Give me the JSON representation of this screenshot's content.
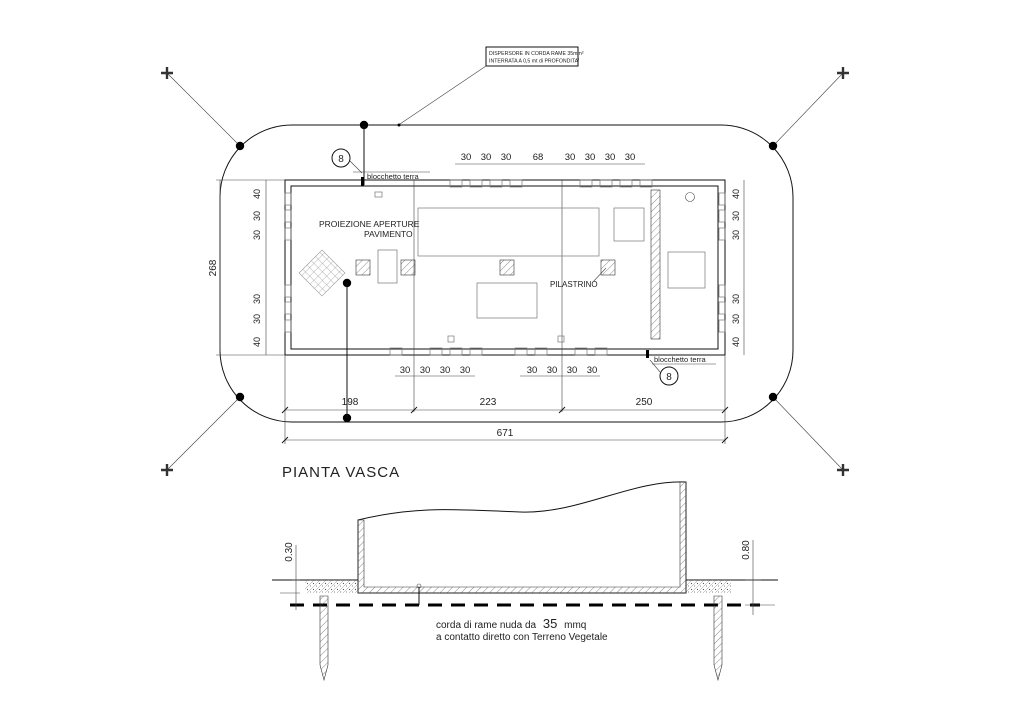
{
  "plan": {
    "title": "PIANTA VASCA",
    "note_line1": "DISPERSORE IN CORDA RAME 35mm²",
    "note_line2": "INTERRATA A 0,5 mt di PROFONDITA'",
    "label_floor_openings_1": "PROIEZIONE APERTURE",
    "label_floor_openings_2": "PAVIMENTO",
    "label_pillar": "PILASTRINO",
    "label_ground_block": "blocchetto terra",
    "marker_symbol": "8",
    "dim_height": "268",
    "dim_total": "671",
    "dims_bottom": [
      "198",
      "223",
      "250"
    ],
    "dims_top": [
      "30",
      "30",
      "30",
      "68",
      "30",
      "30",
      "30",
      "30"
    ],
    "dims_under": [
      "30",
      "30",
      "30",
      "30",
      "30",
      "30",
      "30",
      "30"
    ],
    "dims_left": [
      "40",
      "30",
      "30",
      "30",
      "30",
      "40"
    ],
    "dims_right": [
      "40",
      "30",
      "30",
      "30",
      "30",
      "40"
    ]
  },
  "section": {
    "dim_left": "0.30",
    "dim_right": "0.80",
    "cable_line1_a": "corda di rame nuda da",
    "cable_size": "35",
    "cable_line1_b": "mmq",
    "cable_line2": "a contatto diretto con Terreno Vegetale"
  }
}
